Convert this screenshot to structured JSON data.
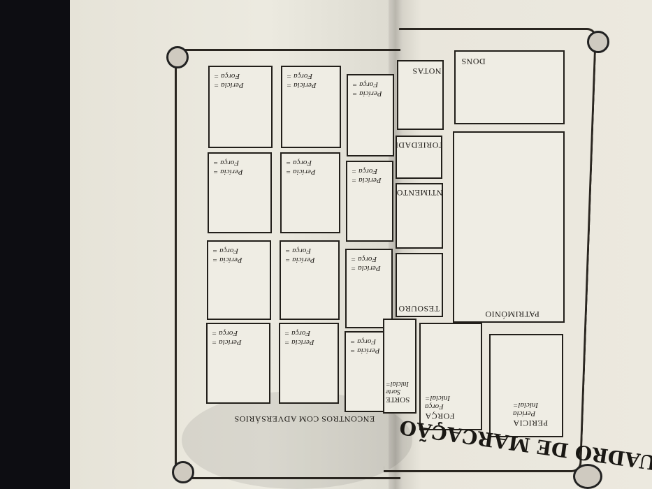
{
  "left_page": {
    "section_label": "ENCONTROS COM ADVERSÁRIOS",
    "encounter_box": {
      "skill_label": "Perícia =",
      "stamina_label": "Força ="
    },
    "rows": 4,
    "columns": 3
  },
  "right_page": {
    "title": "QUADRO DE MARCAÇÃO",
    "boxes": {
      "dons": "DONS",
      "notas": "NOTAS",
      "notoriedade": "NOTORIEDADE",
      "mantimentos": "MANTIMENTOS",
      "patrimonio": "PATRIMÓNIO",
      "tesouro": "TESOURO",
      "pericia": {
        "label": "PERICIA",
        "sub1": "Perícia",
        "sub2": "Inicial="
      },
      "forca": {
        "label": "FORÇA",
        "sub1": "Força",
        "sub2": "Inicial="
      },
      "sorte": {
        "label": "SORTE",
        "sub1": "Sorte",
        "sub2": "Inicial="
      }
    }
  }
}
